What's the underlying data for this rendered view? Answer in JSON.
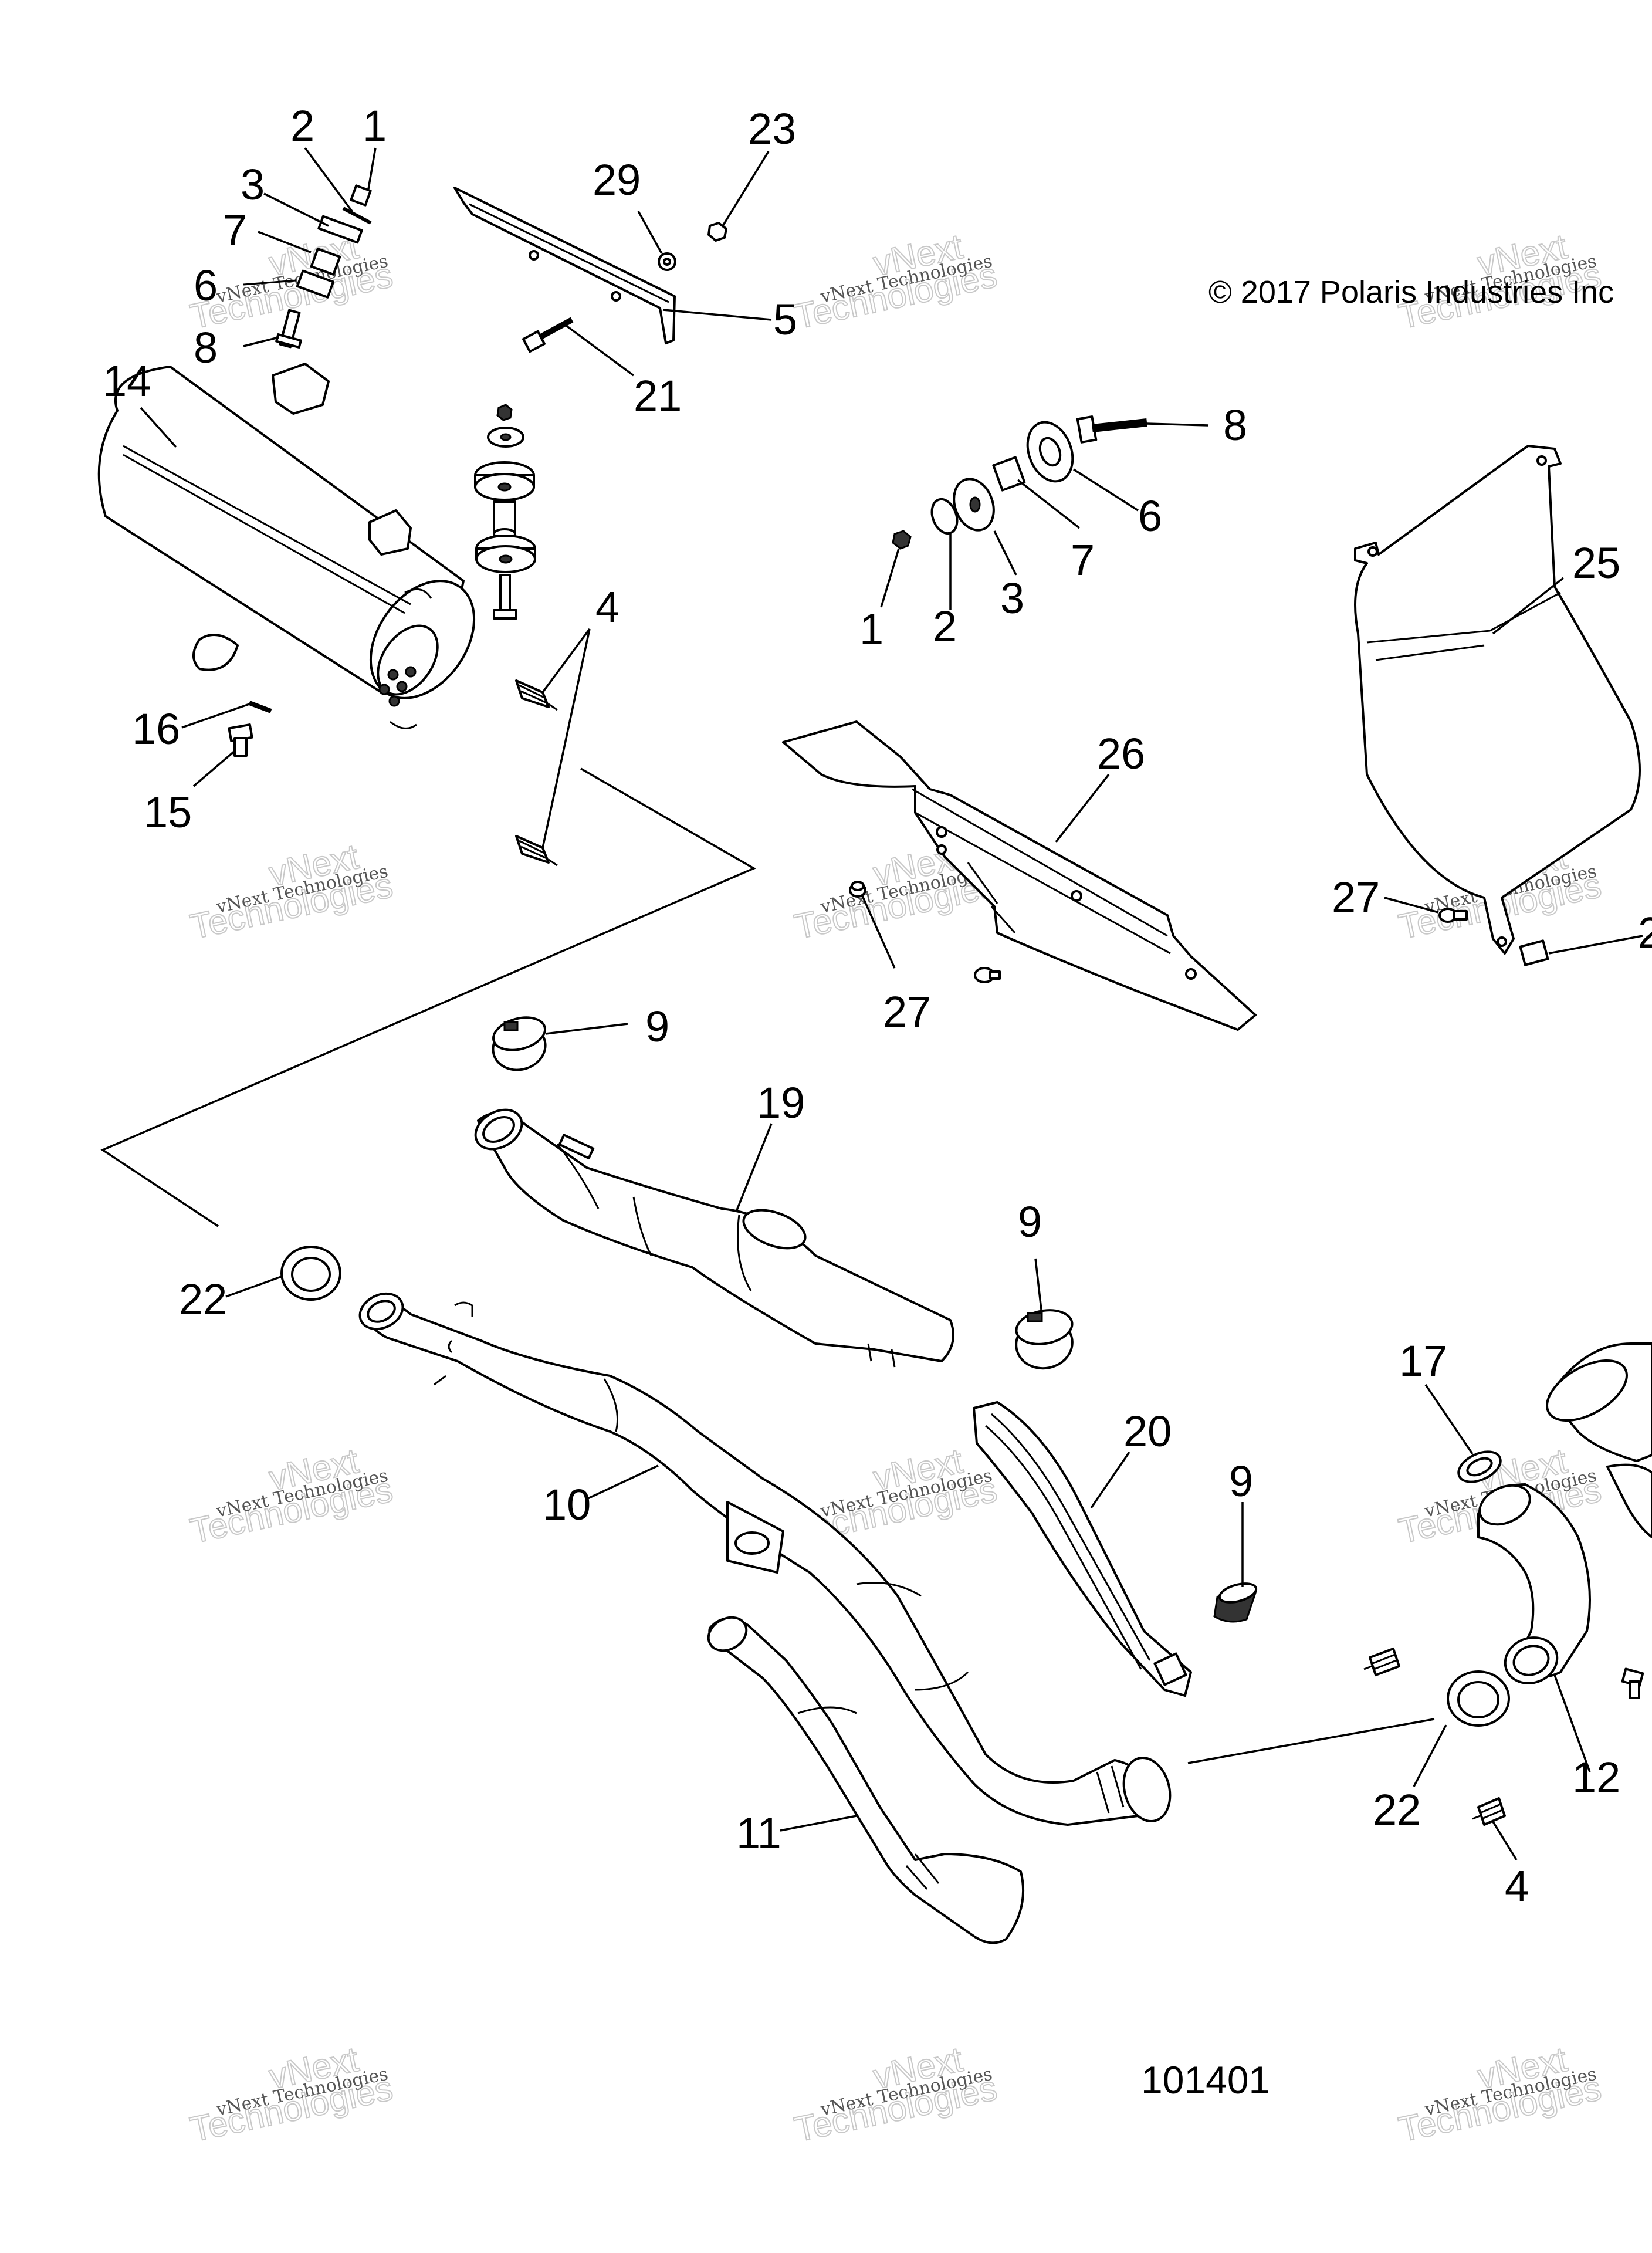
{
  "copyright": "© 2017 Polaris Industries Inc",
  "figure_number": "101401",
  "watermark": {
    "line1": "vNext Technologies",
    "line2": "vNext",
    "line3": "Technologies"
  },
  "callouts": {
    "c1a": "1",
    "c2a": "2",
    "c3a": "3",
    "c7a": "7",
    "c6a": "6",
    "c8a": "8",
    "c29": "29",
    "c23": "23",
    "c5": "5",
    "c21": "21",
    "c14": "14",
    "c4a": "4",
    "c16": "16",
    "c15": "15",
    "c8b": "8",
    "c6b": "6",
    "c7b": "7",
    "c3b": "3",
    "c2b": "2",
    "c1b": "1",
    "c25": "25",
    "c26": "26",
    "c27a": "27",
    "c27b": "27",
    "c2c": "2",
    "c9a": "9",
    "c19": "19",
    "c9b": "9",
    "c22a": "22",
    "c10": "10",
    "c20": "20",
    "c9c": "9",
    "c11": "11",
    "c17": "17",
    "c12": "12",
    "c22b": "22",
    "c4b": "4"
  }
}
